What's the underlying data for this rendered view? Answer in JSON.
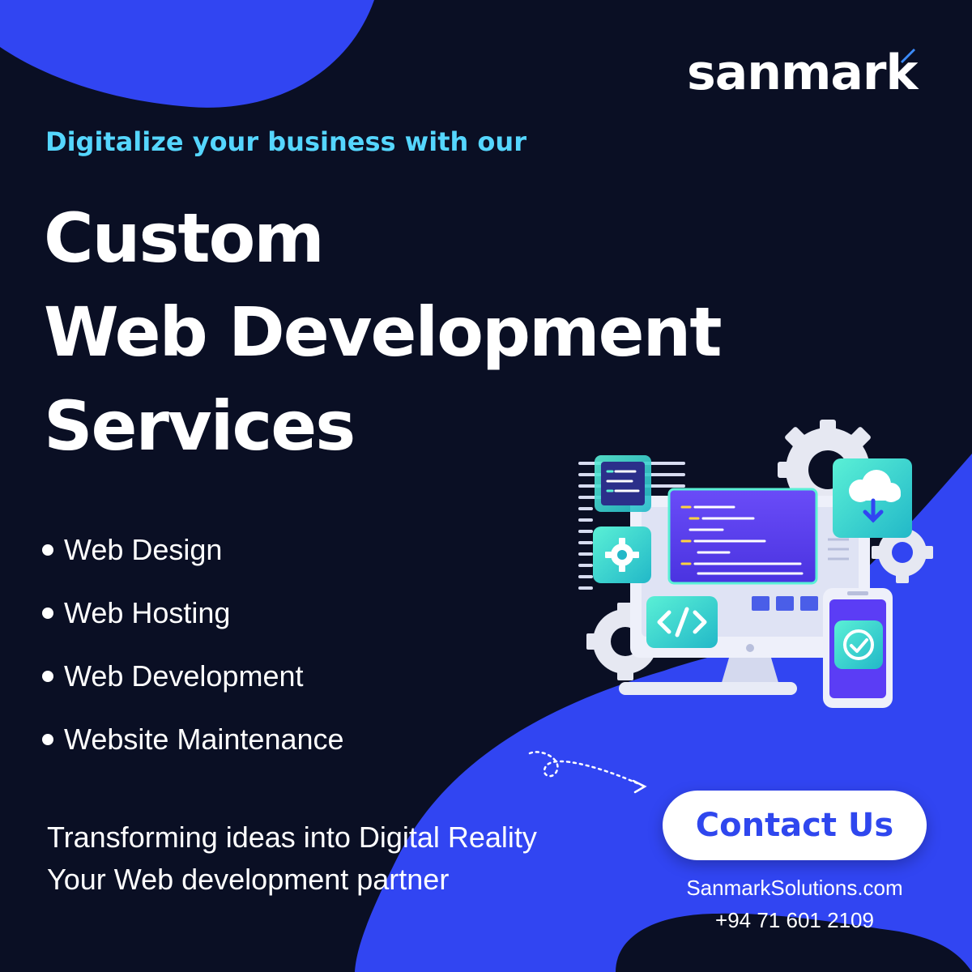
{
  "brand": {
    "name": "sanmark"
  },
  "tagline": "Digitalize your business with our",
  "headline": [
    "Custom",
    "Web Development",
    "Services"
  ],
  "services": [
    "Web Design",
    "Web Hosting",
    "Web Development",
    "Website Maintenance"
  ],
  "slogan": [
    "Transforming ideas into Digital Reality",
    "Your Web development partner"
  ],
  "cta": {
    "label": "Contact Us"
  },
  "contact": {
    "website": "SanmarkSolutions.com",
    "phone": "+94 71 601 2109"
  },
  "colors": {
    "background": "#0a0f24",
    "blob": "#3145f2",
    "tagline": "#55d6ff",
    "cta_text": "#2f47ee",
    "teal_tile": "#3ee0c8",
    "violet_screen": "#5b3df5"
  },
  "icons": [
    "gear-icon",
    "cloud-download-icon",
    "code-icon",
    "checkmark-icon"
  ]
}
